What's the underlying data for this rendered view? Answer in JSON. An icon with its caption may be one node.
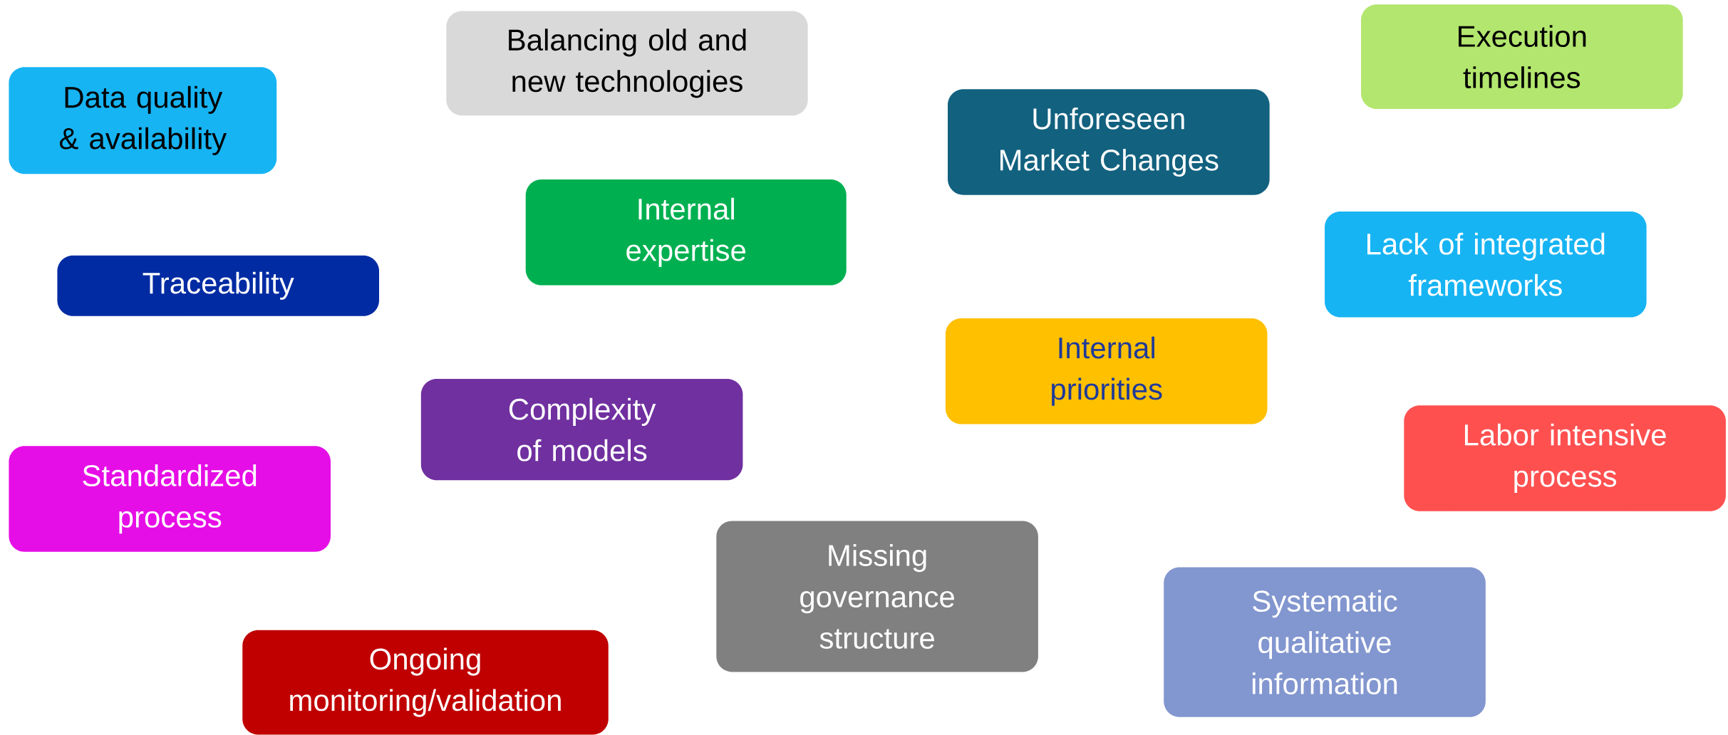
{
  "diagram": {
    "nodes": [
      {
        "text": [
          "Balancing old and new technologies"
        ]
      },
      {
        "text": [
          "Execution timelines"
        ]
      },
      {
        "text": [
          "Data quality & availability"
        ]
      },
      {
        "text": [
          "Unforeseen Market Changes"
        ]
      },
      {
        "text": [
          "Internal expertise"
        ]
      },
      {
        "text": [
          "Lack of integrated frameworks"
        ]
      },
      {
        "text": [
          "Traceability"
        ]
      },
      {
        "text": [
          "Internal priorities"
        ]
      },
      {
        "text": [
          "Complexity of models"
        ]
      },
      {
        "text": [
          "Labor intensive process"
        ]
      },
      {
        "text": [
          "Standardized process"
        ]
      },
      {
        "text": [
          "Missing governance structure"
        ]
      },
      {
        "text": [
          "Systematic qualitative information"
        ]
      },
      {
        "text": [
          "Ongoing monitoring/validation"
        ]
      }
    ]
  }
}
